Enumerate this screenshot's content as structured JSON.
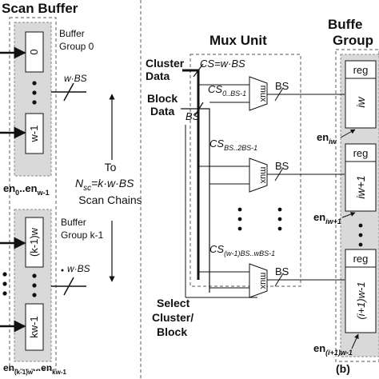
{
  "scan_buffer": {
    "title": "Scan Buffer",
    "group0_label_line1": "Buffer",
    "group0_label_line2": "Group 0",
    "cell_top": "0",
    "cell_w_minus_1": "w-1",
    "bus_width_top": "w·BS",
    "enable_top": "en",
    "enable_top_sub": "0",
    "enable_top_dots": "..en",
    "enable_top_sub2": "w-1",
    "to_label_line1": "To",
    "to_label_line2_a": "N",
    "to_label_line2_sub": "sc",
    "to_label_line2_b": "=k·w·BS",
    "to_label_line3": "Scan Chains",
    "groupk_label_line1": "Buffer",
    "groupk_label_line2": "Group k-1",
    "cell_km1w": "(k-1)w",
    "cell_kw_minus_1": "kw-1",
    "bus_width_bottom": "w·BS",
    "enable_bottom": "en",
    "enable_bottom_sub": "(k-1)w",
    "enable_bottom_dots": "...en",
    "enable_bottom_sub2": "kw-1"
  },
  "mux_unit": {
    "title": "Mux Unit",
    "cluster_data_line1": "Cluster",
    "cluster_data_line2": "Data",
    "cs_formula": "CS=w·BS",
    "block_data_line1": "Block",
    "block_data_line2": "Data",
    "bs_label": "BS",
    "cs0": "CS",
    "cs0_sub": "0..BS-1",
    "cs1": "CS",
    "cs1_sub": "BS..2BS-1",
    "cs2": "CS",
    "cs2_sub": "(w-1)BS..wBS-1",
    "mux_label": "mux",
    "out_bs": "BS",
    "select_line1": "Select",
    "select_line2": "Cluster/",
    "select_line3": "Block"
  },
  "buffer_group": {
    "title_line1": "Buffe",
    "title_line2": "Group",
    "reg_label": "reg",
    "cell_iw": "iw",
    "cell_iw1": "iw+1",
    "cell_last": "(i+1)w-1",
    "en_iw": "en",
    "en_iw_sub": "iw",
    "en_iw1": "en",
    "en_iw1_sub": "iw+1",
    "en_last": "en",
    "en_last_sub": "(i+1)w-1"
  },
  "panel_label": "(b)"
}
